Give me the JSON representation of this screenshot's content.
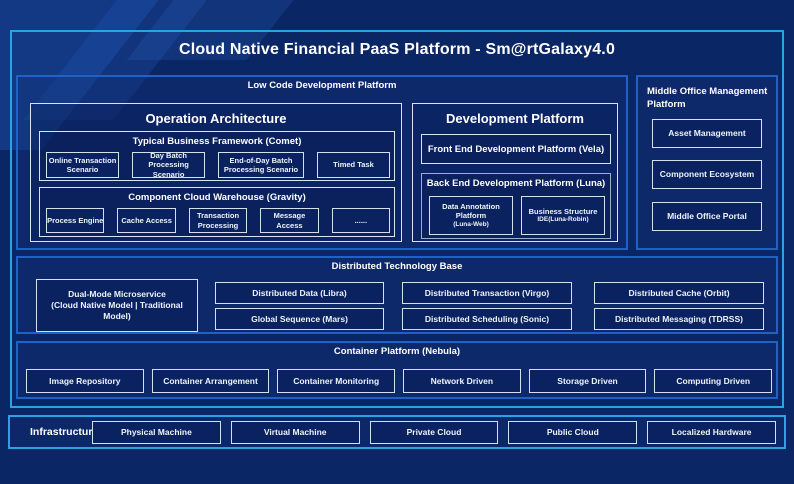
{
  "title": "Cloud Native Financial PaaS Platform - Sm@rtGalaxy4.0",
  "colors": {
    "background": "#0b2664",
    "outer_border": "#2aa2e4",
    "section_border": "#2061c6",
    "box_border": "#dbe3f0"
  },
  "low_code": {
    "label": "Low Code Development Platform",
    "operation_architecture": {
      "title": "Operation Architecture",
      "typical_business": {
        "label": "Typical Business Framework (Comet)",
        "items": [
          "Online Transaction Scenario",
          "Day Batch Processing Scenario",
          "End-of-Day Batch Processing Scenario",
          "Timed Task"
        ]
      },
      "component_cloud": {
        "label": "Component Cloud Warehouse (Gravity)",
        "items": [
          "Process Engine",
          "Cache Access",
          "Transaction Processing",
          "Message Access",
          "......"
        ]
      }
    },
    "development_platform": {
      "title": "Development Platform",
      "front_end_label": "Front End Development Platform (Vela)",
      "back_end": {
        "label": "Back End Development Platform (Luna)",
        "items": [
          {
            "main": "Data Annotation Platform",
            "sub": "(Luna-Web)"
          },
          {
            "main": "Business Structure",
            "sub": "IDE(Luna-Robin)"
          }
        ]
      }
    }
  },
  "middle_office": {
    "label": "Middle Office Management Platform",
    "items": [
      "Asset Management",
      "Component Ecosystem",
      "Middle Office Portal"
    ]
  },
  "distributed": {
    "label": "Distributed Technology Base",
    "dual_mode": {
      "line1": "Dual-Mode Microservice",
      "line2": "(Cloud Native Model | Traditional Model)"
    },
    "items": [
      "Distributed Data (Libra)",
      "Global Sequence (Mars)",
      "Distributed Transaction (Virgo)",
      "Distributed Scheduling (Sonic)",
      "Distributed Cache (Orbit)",
      "Distributed Messaging (TDRSS)"
    ]
  },
  "container_platform": {
    "label": "Container Platform (Nebula)",
    "items": [
      "Image Repository",
      "Container Arrangement",
      "Container Monitoring",
      "Network Driven",
      "Storage Driven",
      "Computing Driven"
    ]
  },
  "infrastructure": {
    "label": "Infrastructure",
    "items": [
      "Physical Machine",
      "Virtual Machine",
      "Private Cloud",
      "Public Cloud",
      "Localized Hardware"
    ]
  }
}
